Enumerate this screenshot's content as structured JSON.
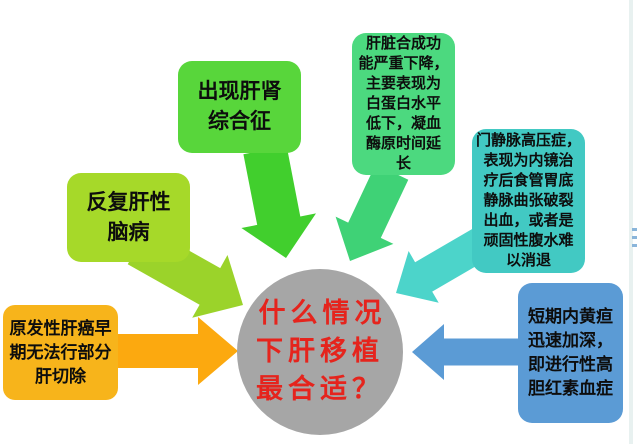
{
  "page": {
    "background": "#ffffff",
    "right_edge_strip_color": "#e8f1f0",
    "right_edge_handle_color": "#8ab5da"
  },
  "diagram": {
    "title": "什么情况下肝移植最合适？",
    "center": {
      "text": "什么情况\n下肝移植\n最合适？",
      "bg_color": "#a6a6a6",
      "text_color": "#e5241d"
    },
    "nodes": [
      {
        "id": "hcc-early",
        "text": "原发性肝癌早\n期无法行部分\n肝切除",
        "box_color": "#f7b41b",
        "arrow_color": "#fca90f",
        "text_color": "#0d0d0d"
      },
      {
        "id": "hepatic-encephalopathy",
        "text": "反复肝性\n脑病",
        "box_color": "#a6d929",
        "arrow_color": "#9bd32a",
        "text_color": "#0d0d0d"
      },
      {
        "id": "hepatorenal-syndrome",
        "text": "出现肝肾\n综合征",
        "box_color": "#58d63b",
        "arrow_color": "#41cf2d",
        "text_color": "#0d0d0d"
      },
      {
        "id": "synthetic-failure",
        "text": "肝脏合成功\n能严重下降，\n主要表现为\n白蛋白水平\n低下，凝血\n酶原时间延\n长",
        "box_color": "#4cd97f",
        "arrow_color": "#3fd276",
        "text_color": "#0d0d0d"
      },
      {
        "id": "portal-hypertension",
        "text": "门静脉高压症，\n表现为内镜治\n疗后食管胃底\n静脉曲张破裂\n出血，或者是\n顽固性腹水难\n以消退",
        "box_color": "#42c9c3",
        "arrow_color": "#4cd4ca",
        "text_color": "#0d0d0d"
      },
      {
        "id": "progressive-jaundice",
        "text": "短期内黄疸\n迅速加深，\n即进行性高\n胆红素血症",
        "box_color": "#5b9bd5",
        "arrow_color": "#5b9bd5",
        "text_color": "#0d0d0d"
      }
    ]
  }
}
